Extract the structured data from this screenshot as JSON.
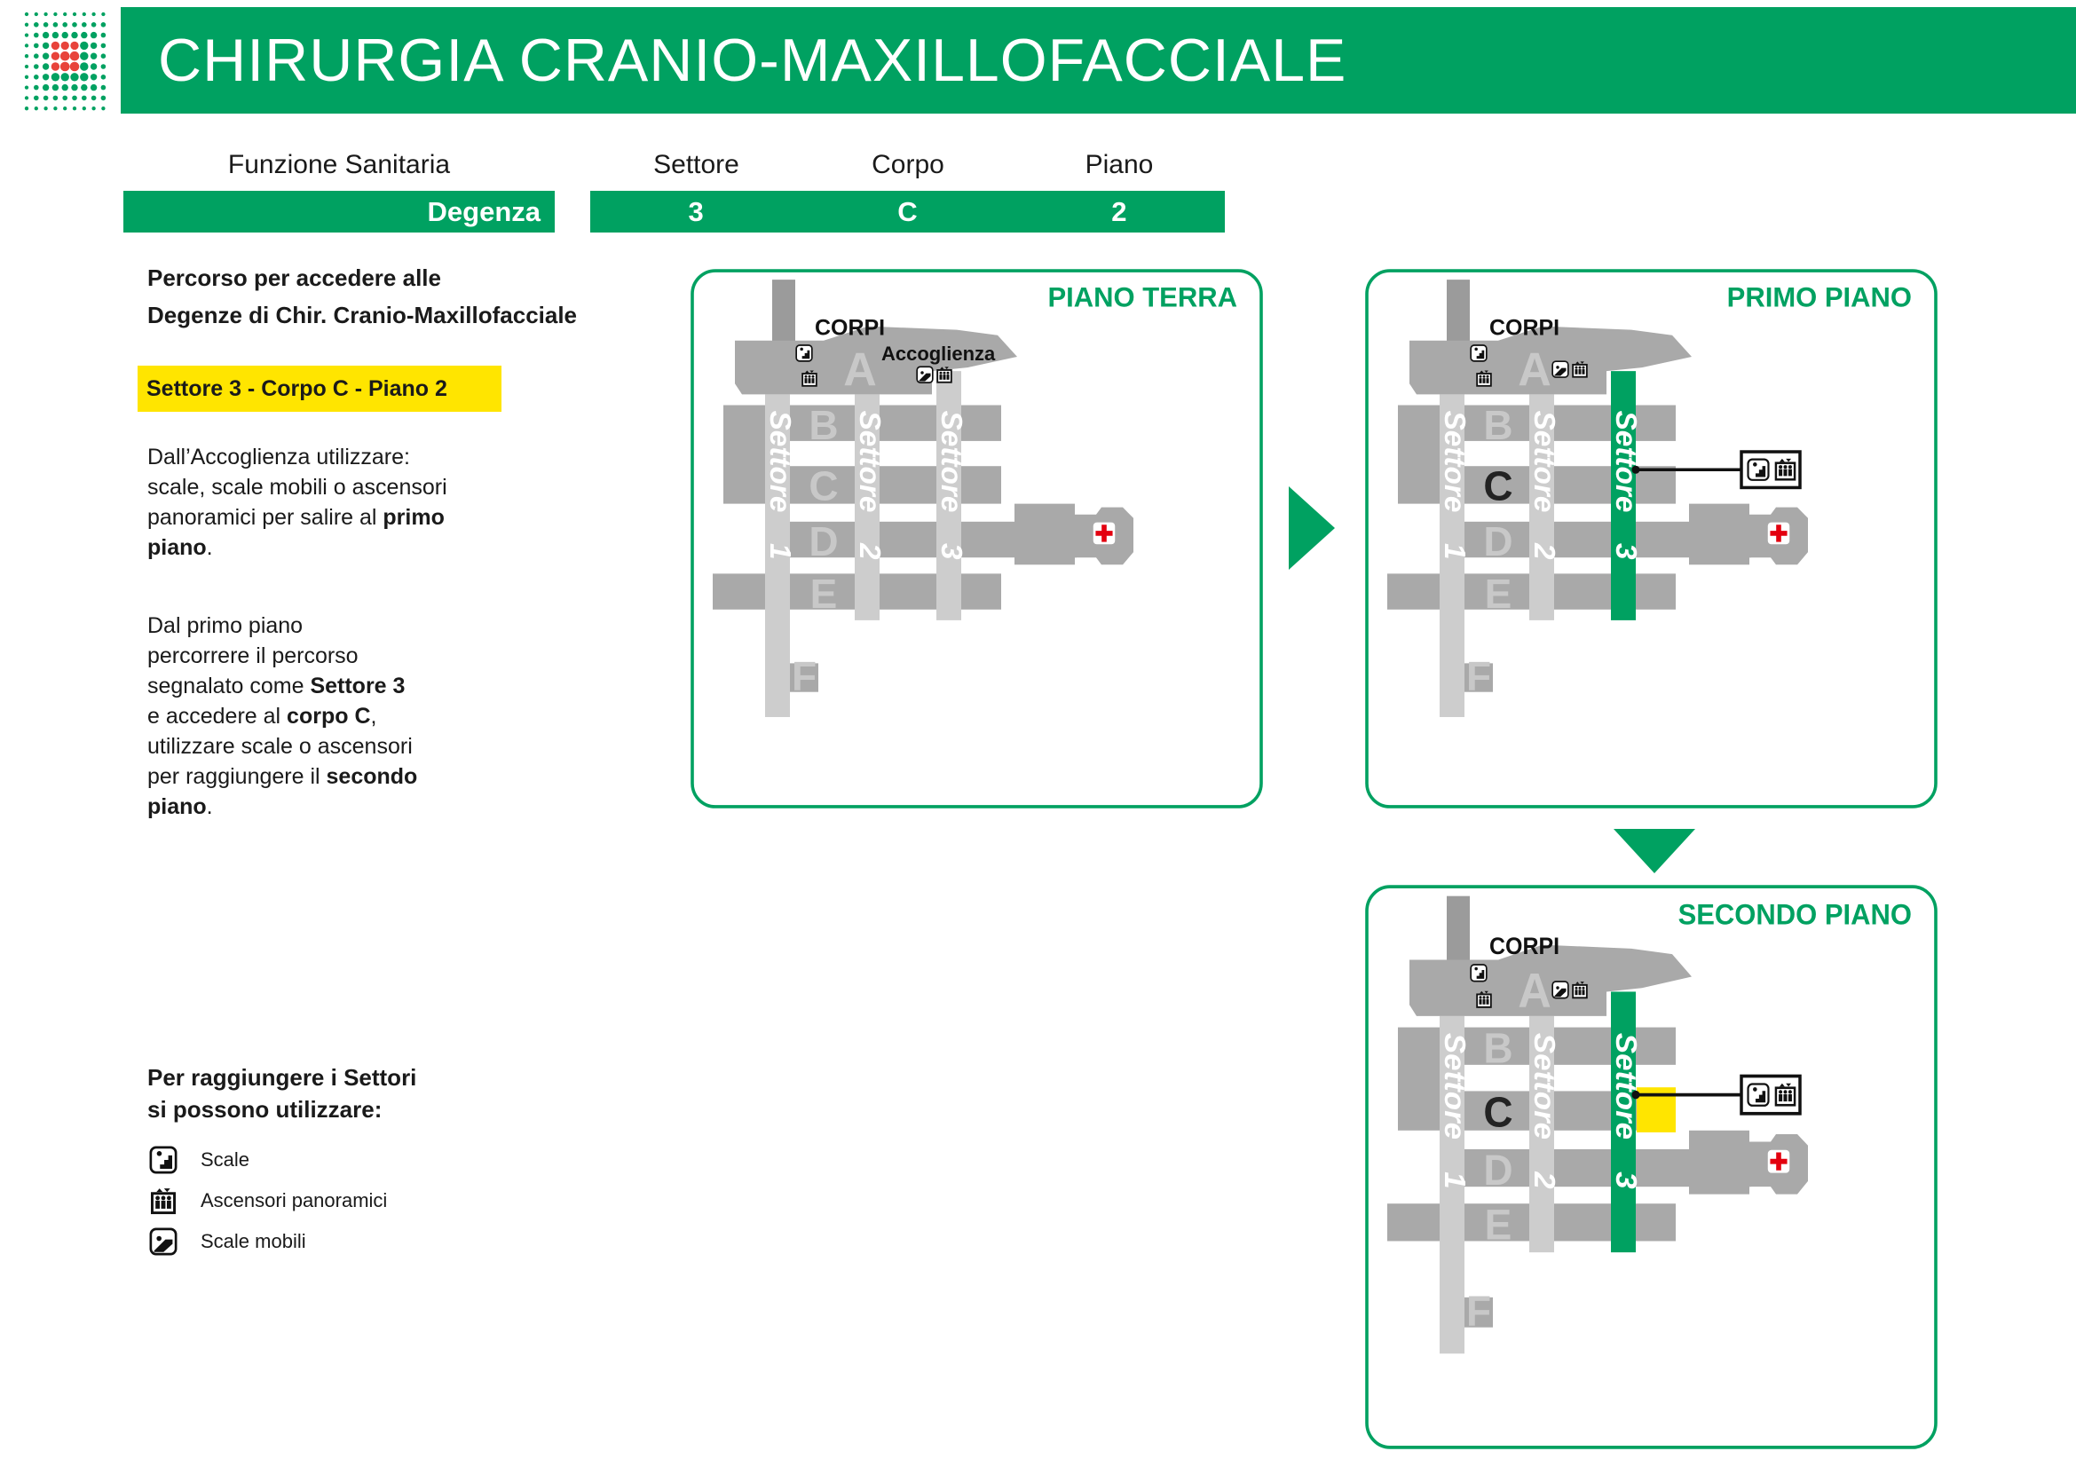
{
  "header": {
    "title": "CHIRURGIA CRANIO-MAXILLOFACCIALE"
  },
  "info_table": {
    "funzione_label": "Funzione Sanitaria",
    "funzione_value": "Degenza",
    "settore_label": "Settore",
    "settore_value": "3",
    "corpo_label": "Corpo",
    "corpo_value": "C",
    "piano_label": "Piano",
    "piano_value": "2"
  },
  "route": {
    "intro_line1": "Percorso per accedere alle",
    "intro_line2": "Degenze di Chir. Cranio-Maxillofacciale",
    "highlight": "Settore 3 - Corpo C - Piano 2",
    "para1_line1": "Dall’Accoglienza utilizzare:",
    "para1_line2": "scale, scale mobili o ascensori",
    "para1_line3_reg": "panoramici per salire al ",
    "para1_line3_bold": "primo",
    "para1_line4_bold": "piano",
    "para1_line4_reg": ".",
    "para2_line1": "Dal primo piano",
    "para2_line2": "percorrere il percorso",
    "para2_line3_reg": "segnalato come ",
    "para2_line3_bold": "Settore 3",
    "para2_line4_reg": "e accedere al ",
    "para2_line4_bold": "corpo C",
    "para2_line4_end": ",",
    "para2_line5": "utilizzare scale o ascensori",
    "para2_line6_reg": "per raggiungere il ",
    "para2_line6_bold": "secondo",
    "para2_line7_bold": "piano",
    "para2_line7_reg": "."
  },
  "legend": {
    "header_line1": "Per raggiungere i Settori",
    "header_line2": "si possono utilizzare:",
    "items": [
      {
        "icon": "stairs-icon",
        "label": "Scale"
      },
      {
        "icon": "panoramic-elevator-icon",
        "label": "Ascensori panoramici"
      },
      {
        "icon": "escalator-icon",
        "label": "Scale mobili"
      }
    ]
  },
  "maps": [
    {
      "title": "PIANO TERRA",
      "corpi": "CORPI",
      "accoglienza": "Accoglienza",
      "letters": [
        "A",
        "B",
        "C",
        "D",
        "E",
        "F"
      ],
      "sectors": [
        {
          "word": "Settore",
          "num": "1"
        },
        {
          "word": "Settore",
          "num": "2"
        },
        {
          "word": "Settore",
          "num": "3"
        }
      ]
    },
    {
      "title": "PRIMO PIANO",
      "corpi": "CORPI",
      "letters": [
        "A",
        "B",
        "C",
        "D",
        "E",
        "F"
      ],
      "sectors": [
        {
          "word": "Settore",
          "num": "1"
        },
        {
          "word": "Settore",
          "num": "2"
        },
        {
          "word": "Settore",
          "num": "3"
        }
      ]
    },
    {
      "title": "SECONDO PIANO",
      "corpi": "CORPI",
      "letters": [
        "A",
        "B",
        "C",
        "D",
        "E",
        "F"
      ],
      "sectors": [
        {
          "word": "Settore",
          "num": "1"
        },
        {
          "word": "Settore",
          "num": "2"
        },
        {
          "word": "Settore",
          "num": "3"
        }
      ]
    }
  ],
  "colors": {
    "brand_green": "#00A161",
    "highlight_yellow": "#FFE500",
    "building_gray": "#A9A9A9",
    "corridor_gray": "#CDCDCD",
    "cross_red": "#E3000F",
    "logo_red": "#E8433B"
  }
}
